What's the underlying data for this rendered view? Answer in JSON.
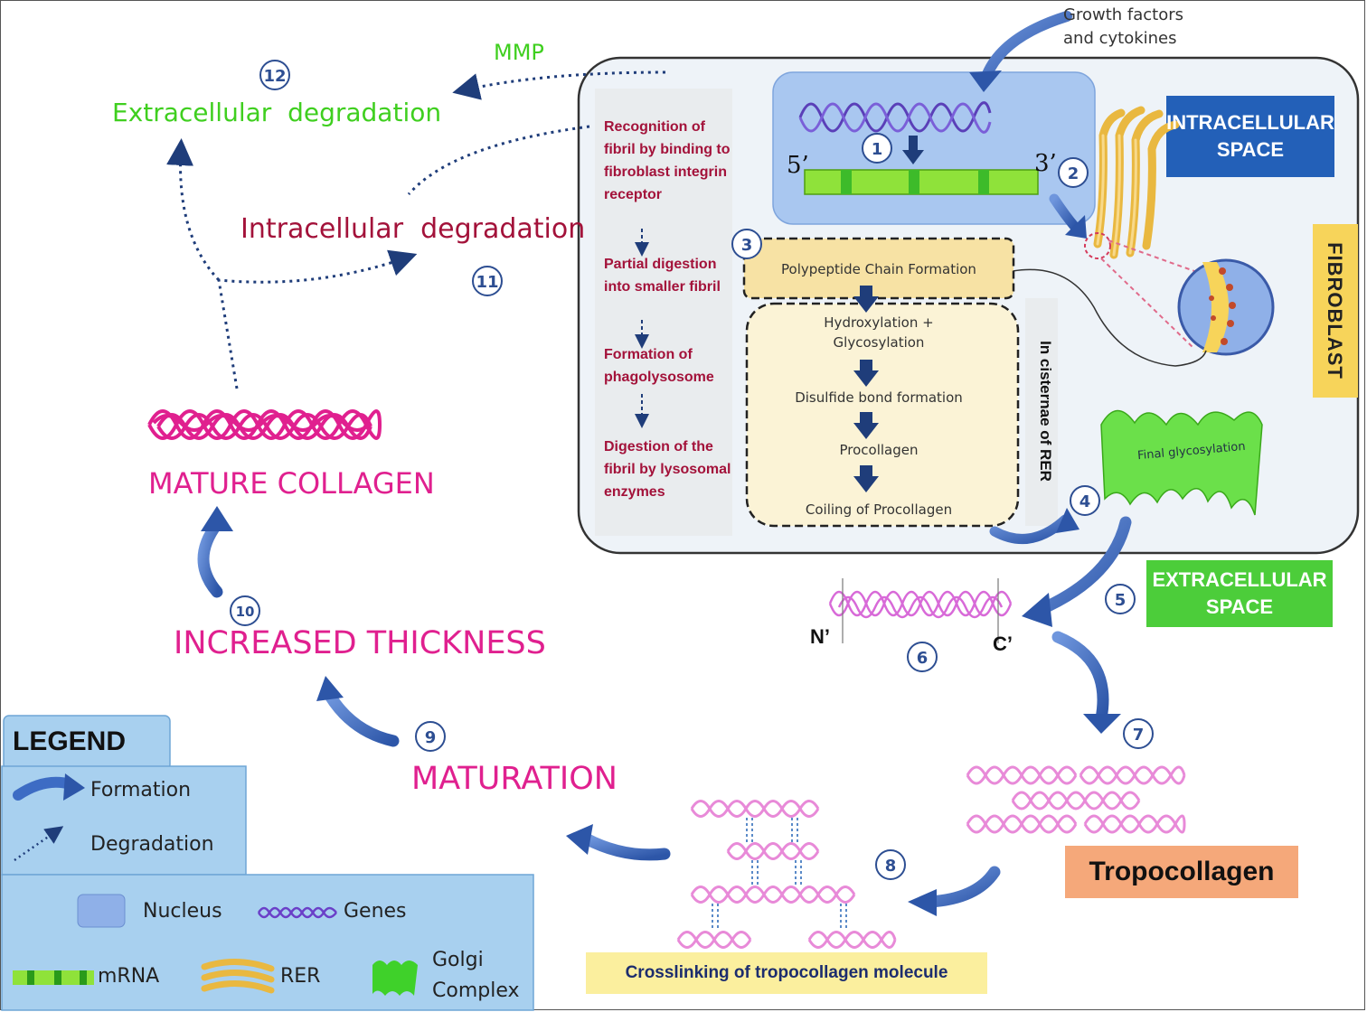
{
  "colors": {
    "blue_arrow": "#3d6cc4",
    "dotted": "#1f3d7a",
    "magenta": "#e0208f",
    "green_text": "#3fcf1f",
    "maroon": "#a3123a",
    "rer_yellow": "#f7e2a4",
    "nucleus": "#a9c7f0"
  },
  "top": {
    "growth_factors": "Growth factors\nand cytokines",
    "mmp": "MMP",
    "extracellular_degradation": "Extracellular  degradation",
    "intracellular_degradation": "Intracellular  degradation"
  },
  "numbers": {
    "n1": "1",
    "n2": "2",
    "n3": "3",
    "n4": "4",
    "n5": "5",
    "n6": "6",
    "n7": "7",
    "n8": "8",
    "n9": "9",
    "n10": "10",
    "n11": "11",
    "n12": "12"
  },
  "cell": {
    "intracellular_space": "INTRACELLULAR\nSPACE",
    "fibroblast": "FIBROBLAST",
    "five_prime": "5’",
    "three_prime": "3’",
    "rer_label": "In cisternae of RER",
    "polypeptide": "Polypeptide Chain Formation",
    "hydroxylation": "Hydroxylation +\nGlycosylation",
    "disulfide": "Disulfide bond formation",
    "procollagen": "Procollagen",
    "coiling": "Coiling of Procollagen",
    "final_glycosylation": "Final glycosylation"
  },
  "degradation_steps": [
    "Recognition of fibril by binding to fibroblast integrin receptor",
    "Partial digestion into smaller fibril",
    "Formation of phagolysosome",
    "Digestion of the fibril by lysosomal enzymes"
  ],
  "extracellular": {
    "extracellular_space": "EXTRACELLULAR\nSPACE",
    "n_prime": "N’",
    "c_prime": "C’",
    "tropocollagen": "Tropocollagen",
    "crosslinking": "Crosslinking of tropocollagen molecule",
    "maturation": "MATURATION",
    "increased_thickness": "INCREASED THICKNESS",
    "mature_collagen": "MATURE COLLAGEN"
  },
  "legend": {
    "title": "LEGEND",
    "formation": "Formation",
    "degradation": "Degradation",
    "nucleus": "Nucleus",
    "genes": "Genes",
    "mrna": "mRNA",
    "rer": "RER",
    "golgi": "Golgi\nComplex"
  }
}
